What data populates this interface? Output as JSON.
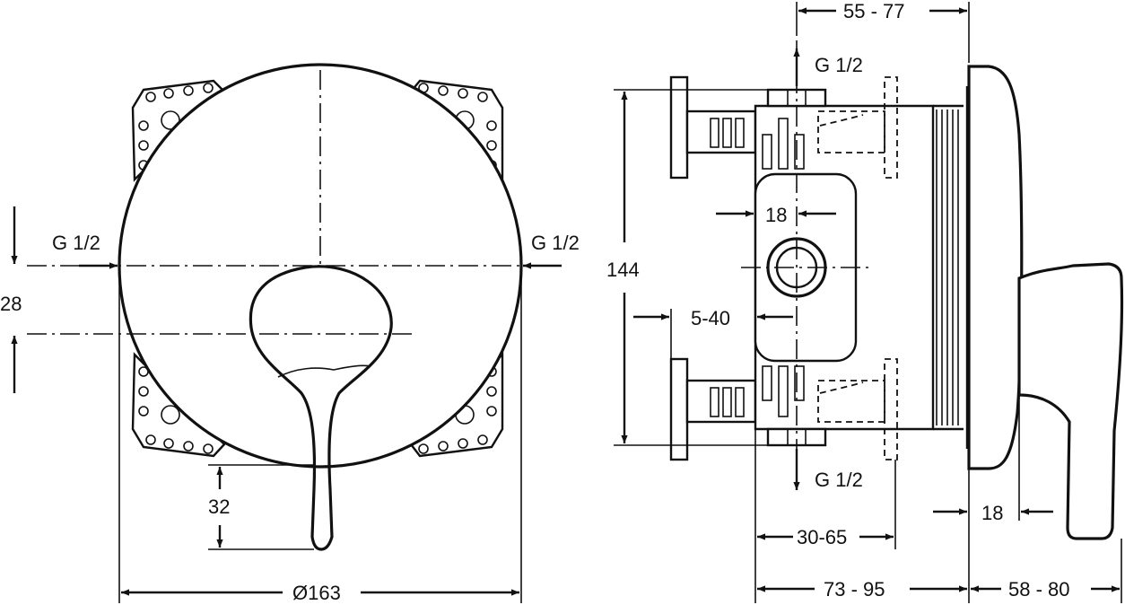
{
  "labels": {
    "front_inlet_left": "G 1/2",
    "front_inlet_right": "G 1/2",
    "dim_28": "28",
    "dim_32": "32",
    "dim_diameter": "Ø163",
    "side_top_outlet": "G 1/2",
    "side_bottom_outlet": "G 1/2",
    "dim_55_77": "55 - 77",
    "dim_144": "144",
    "dim_18_inner": "18",
    "dim_5_40": "5-40",
    "dim_18_handle": "18",
    "dim_30_65": "30-65",
    "dim_73_95": "73 - 95",
    "dim_58_80": "58 - 80"
  }
}
